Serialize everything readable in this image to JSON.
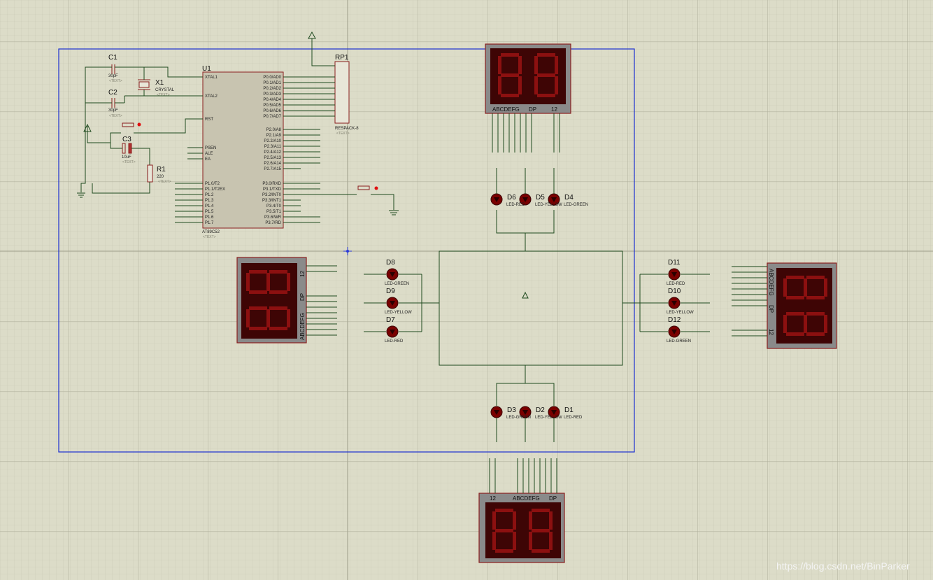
{
  "components": {
    "c1": {
      "ref": "C1",
      "value": "30pF",
      "text": "<TEXT>"
    },
    "c2": {
      "ref": "C2",
      "value": "30pF",
      "text": "<TEXT>"
    },
    "c3": {
      "ref": "C3",
      "value": "10uF",
      "text": "<TEXT>"
    },
    "x1": {
      "ref": "X1",
      "value": "CRYSTAL",
      "text": "<TEXT>"
    },
    "r1": {
      "ref": "R1",
      "value": "220",
      "text": "<TEXT>"
    },
    "u1": {
      "ref": "U1",
      "value": "AT89C52",
      "text": "<TEXT>"
    },
    "rp1": {
      "ref": "RP1",
      "value": "RESPACK-8",
      "text": "<TEXT>"
    }
  },
  "u1_left_pins": [
    "XTAL1",
    "XTAL2",
    "RST",
    "PSEN",
    "ALE",
    "EA",
    "P1.0/T2",
    "P1.1/T2EX",
    "P1.2",
    "P1.3",
    "P1.4",
    "P1.5",
    "P1.6",
    "P1.7"
  ],
  "u1_right_pins": [
    "P0.0/AD0",
    "P0.1/AD1",
    "P0.2/AD2",
    "P0.3/AD3",
    "P0.4/AD4",
    "P0.5/AD5",
    "P0.6/AD6",
    "P0.7/AD7",
    "P2.0/A8",
    "P2.1/A9",
    "P2.2/A10",
    "P2.3/A11",
    "P2.4/A12",
    "P2.5/A13",
    "P2.6/A14",
    "P2.7/A15",
    "P3.0/RXD",
    "P3.1/TXD",
    "P3.2/INT0",
    "P3.3/INT1",
    "P3.4/T0",
    "P3.5/T1",
    "P3.6/WR",
    "P3.7/RD"
  ],
  "leds": [
    {
      "ref": "D1",
      "type": "LED-RED"
    },
    {
      "ref": "D2",
      "type": "LED-YELLOW"
    },
    {
      "ref": "D3",
      "type": "LED-GREEN"
    },
    {
      "ref": "D4",
      "type": "LED-GREEN"
    },
    {
      "ref": "D5",
      "type": "LED-YELLOW"
    },
    {
      "ref": "D6",
      "type": "LED-RED"
    },
    {
      "ref": "D7",
      "type": "LED-RED"
    },
    {
      "ref": "D8",
      "type": "LED-GREEN"
    },
    {
      "ref": "D9",
      "type": "LED-YELLOW"
    },
    {
      "ref": "D10",
      "type": "LED-YELLOW"
    },
    {
      "ref": "D11",
      "type": "LED-RED"
    },
    {
      "ref": "D12",
      "type": "LED-GREEN"
    }
  ],
  "display_labels": {
    "segments": "ABCDEFG",
    "dp": "DP",
    "digits": "12"
  },
  "watermark": "https://blog.csdn.net/BinParker",
  "colors": {
    "background": "#dcdcc8",
    "grid_major": "#b7b7a3",
    "grid_minor": "#cdcdb8",
    "wire": "#1e4a1e",
    "border": "#1c2fd0",
    "component": "#8a1e1e",
    "chip": "#c8c4b0",
    "led": "#8b0000",
    "display_bg": "#4a0505",
    "display_frame": "#8a8a8a"
  }
}
